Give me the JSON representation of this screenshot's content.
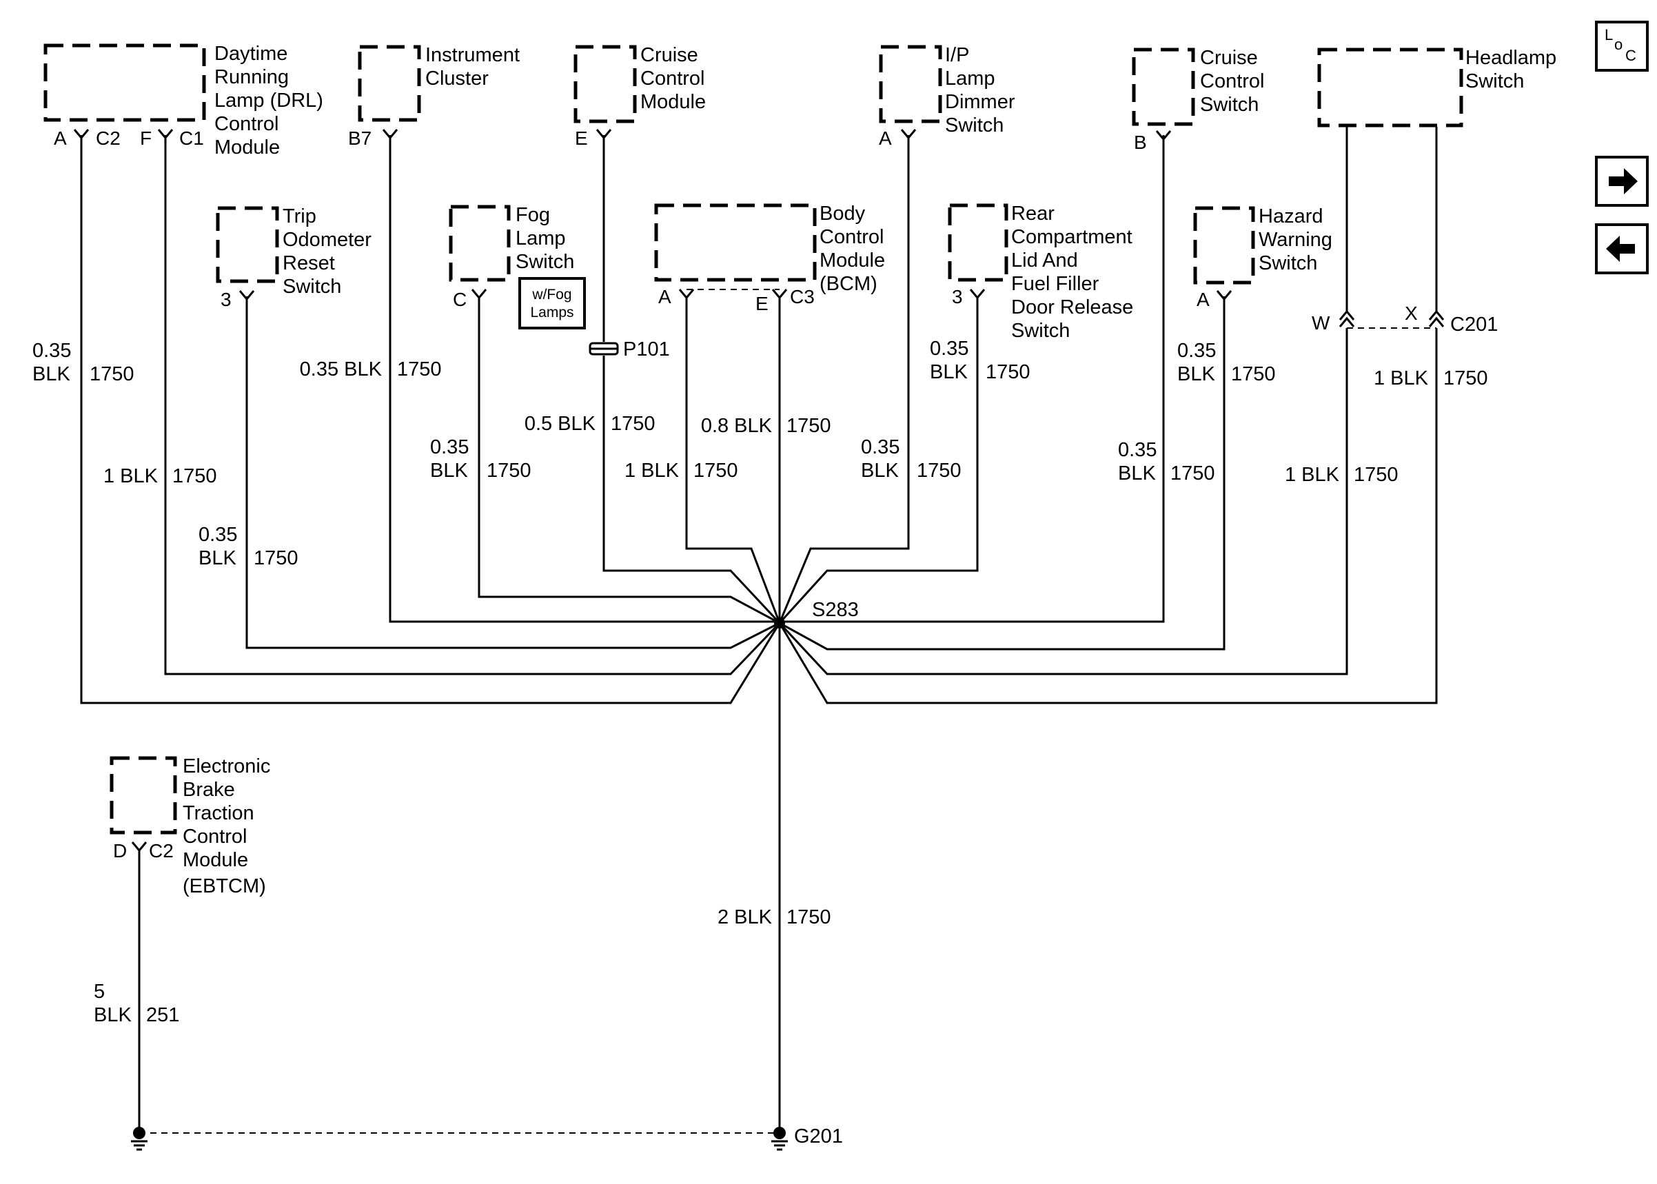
{
  "components": {
    "drl": [
      "Daytime",
      "Running",
      "Lamp (DRL)",
      "Control",
      "Module"
    ],
    "cluster": [
      "Instrument",
      "Cluster"
    ],
    "cruise_module": [
      "Cruise",
      "Control",
      "Module"
    ],
    "ip_dimmer": [
      "I/P",
      "Lamp",
      "Dimmer",
      "Switch"
    ],
    "cruise_switch": [
      "Cruise",
      "Control",
      "Switch"
    ],
    "headlamp": [
      "Headlamp",
      "Switch"
    ],
    "trip": [
      "Trip",
      "Odometer",
      "Reset",
      "Switch"
    ],
    "fog": [
      "Fog",
      "Lamp",
      "Switch"
    ],
    "fog_option": [
      "w/Fog",
      "Lamps"
    ],
    "bcm": [
      "Body",
      "Control",
      "Module",
      "(BCM)"
    ],
    "rear": [
      "Rear",
      "Compartment",
      "Lid And",
      "Fuel Filler",
      "Door Release",
      "Switch"
    ],
    "hazard": [
      "Hazard",
      "Warning",
      "Switch"
    ],
    "ebtcm": [
      "Electronic",
      "Brake",
      "Traction",
      "Control",
      "Module",
      "(EBTCM)"
    ]
  },
  "pins": {
    "drl_a": "A",
    "drl_c2": "C2",
    "drl_f": "F",
    "drl_c1": "C1",
    "cluster_b7": "B7",
    "cruise_e": "E",
    "ip_a": "A",
    "cs_b": "B",
    "trip_3": "3",
    "fog_c": "C",
    "bcm_a": "A",
    "bcm_e": "E",
    "bcm_c3": "C3",
    "rear_3": "3",
    "hazard_a": "A",
    "hl_w": "W",
    "hl_x": "X",
    "ebtcm_d": "D",
    "ebtcm_c2": "C2"
  },
  "connectors": {
    "c201": "C201",
    "p101": "P101"
  },
  "splice": "S283",
  "ground": "G201",
  "wires": {
    "drl_a": {
      "gauge": "0.35",
      "color": "BLK",
      "circuit": "1750"
    },
    "drl_f": {
      "gauge_color": "1 BLK",
      "circuit": "1750"
    },
    "cluster": {
      "gauge_color": "0.35 BLK",
      "circuit": "1750"
    },
    "trip": {
      "gauge": "0.35",
      "color": "BLK",
      "circuit": "1750"
    },
    "fog": {
      "gauge": "0.35",
      "color": "BLK",
      "circuit": "1750"
    },
    "cruise": {
      "gauge_color": "0.5 BLK",
      "circuit": "1750"
    },
    "bcm_a": {
      "gauge_color": "1 BLK",
      "circuit": "1750"
    },
    "bcm_e": {
      "gauge_color": "0.8 BLK",
      "circuit": "1750"
    },
    "ip": {
      "gauge": "0.35",
      "color": "BLK",
      "circuit": "1750"
    },
    "rear": {
      "gauge": "0.35",
      "color": "BLK",
      "circuit": "1750"
    },
    "cruise_switch": {
      "gauge": "0.35",
      "color": "BLK",
      "circuit": "1750"
    },
    "hazard": {
      "gauge": "0.35",
      "color": "BLK",
      "circuit": "1750"
    },
    "hl_w": {
      "gauge_color": "1 BLK",
      "circuit": "1750"
    },
    "hl_x": {
      "gauge_color": "1 BLK",
      "circuit": "1750"
    },
    "ground": {
      "gauge_color": "2 BLK",
      "circuit": "1750"
    },
    "ebtcm": {
      "gauge": "5",
      "color": "BLK",
      "circuit": "251"
    }
  },
  "loc_icon": {
    "main": "L",
    "sub1": "o",
    "sub2": "C"
  },
  "icons": {
    "next": "arrow-right-icon",
    "prev": "arrow-left-icon"
  }
}
